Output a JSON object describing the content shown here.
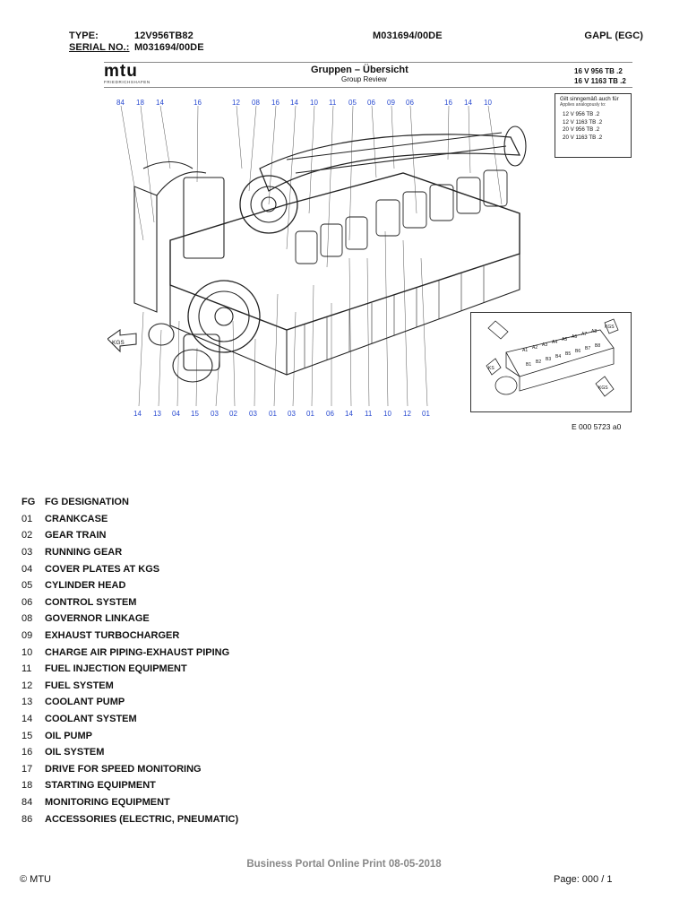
{
  "header": {
    "type_label": "TYPE:",
    "type_value": "12V956TB82",
    "serial_label": "SERIAL NO.:",
    "serial_value": "M031694/00DE",
    "doc_number": "M031694/00DE",
    "org_code": "GAPL (EGC)"
  },
  "drawing": {
    "logo_word": "mtu",
    "logo_sub": "FRIEDRICHSHAFEN",
    "title": "Gruppen – Übersicht",
    "subtitle": "Group Review",
    "variant_1": "16 V  956 TB .2",
    "variant_2": "16 V 1163 TB .2",
    "valid_title": "Gilt sinngemäß auch für",
    "valid_sub": "Applies analogously to:",
    "valid_for": [
      "12 V  956 TB .2",
      "12 V 1163 TB .2",
      "20 V  956 TB .2",
      "20 V 1163 TB .2"
    ],
    "kgs_label": "KGS",
    "top_callouts": [
      "84",
      "18",
      "14",
      "16",
      "12",
      "08",
      "16",
      "14",
      "10",
      "11",
      "05",
      "06",
      "09",
      "06",
      "16",
      "14",
      "10"
    ],
    "bottom_callouts": [
      "14",
      "13",
      "04",
      "15",
      "03",
      "02",
      "03",
      "01",
      "03",
      "01",
      "06",
      "14",
      "11",
      "10",
      "12",
      "01"
    ],
    "inset_cylinders_top": [
      "A1",
      "A2",
      "A3",
      "A4",
      "A5",
      "A6",
      "A7",
      "A8"
    ],
    "inset_cylinders_bottom": [
      "B1",
      "B2",
      "B3",
      "B4",
      "B5",
      "B6",
      "B7",
      "B8"
    ],
    "inset_labels": [
      "KGS",
      "KGS",
      "KS"
    ],
    "drawing_number": "E 000 5723 a0"
  },
  "fg_table": {
    "col_code": "FG",
    "col_name": "FG DESIGNATION",
    "rows": [
      {
        "code": "01",
        "name": "CRANKCASE"
      },
      {
        "code": "02",
        "name": "GEAR TRAIN"
      },
      {
        "code": "03",
        "name": "RUNNING GEAR"
      },
      {
        "code": "04",
        "name": "COVER PLATES AT KGS"
      },
      {
        "code": "05",
        "name": "CYLINDER HEAD"
      },
      {
        "code": "06",
        "name": "CONTROL SYSTEM"
      },
      {
        "code": "08",
        "name": "GOVERNOR LINKAGE"
      },
      {
        "code": "09",
        "name": "EXHAUST TURBOCHARGER"
      },
      {
        "code": "10",
        "name": "CHARGE AIR PIPING-EXHAUST PIPING"
      },
      {
        "code": "11",
        "name": "FUEL INJECTION EQUIPMENT"
      },
      {
        "code": "12",
        "name": "FUEL SYSTEM"
      },
      {
        "code": "13",
        "name": "COOLANT PUMP"
      },
      {
        "code": "14",
        "name": "COOLANT SYSTEM"
      },
      {
        "code": "15",
        "name": "OIL PUMP"
      },
      {
        "code": "16",
        "name": "OIL SYSTEM"
      },
      {
        "code": "17",
        "name": "DRIVE FOR SPEED MONITORING"
      },
      {
        "code": "18",
        "name": "STARTING EQUIPMENT"
      },
      {
        "code": "84",
        "name": "MONITORING EQUIPMENT"
      },
      {
        "code": "86",
        "name": "ACCESSORIES (ELECTRIC, PNEUMATIC)"
      }
    ]
  },
  "footer": {
    "print_note": "Business Portal Online Print 08-05-2018",
    "copyright": "© MTU",
    "page": "Page:  000  /  1"
  },
  "colors": {
    "callout": "#2a4bd0",
    "footer_note": "#888888"
  }
}
